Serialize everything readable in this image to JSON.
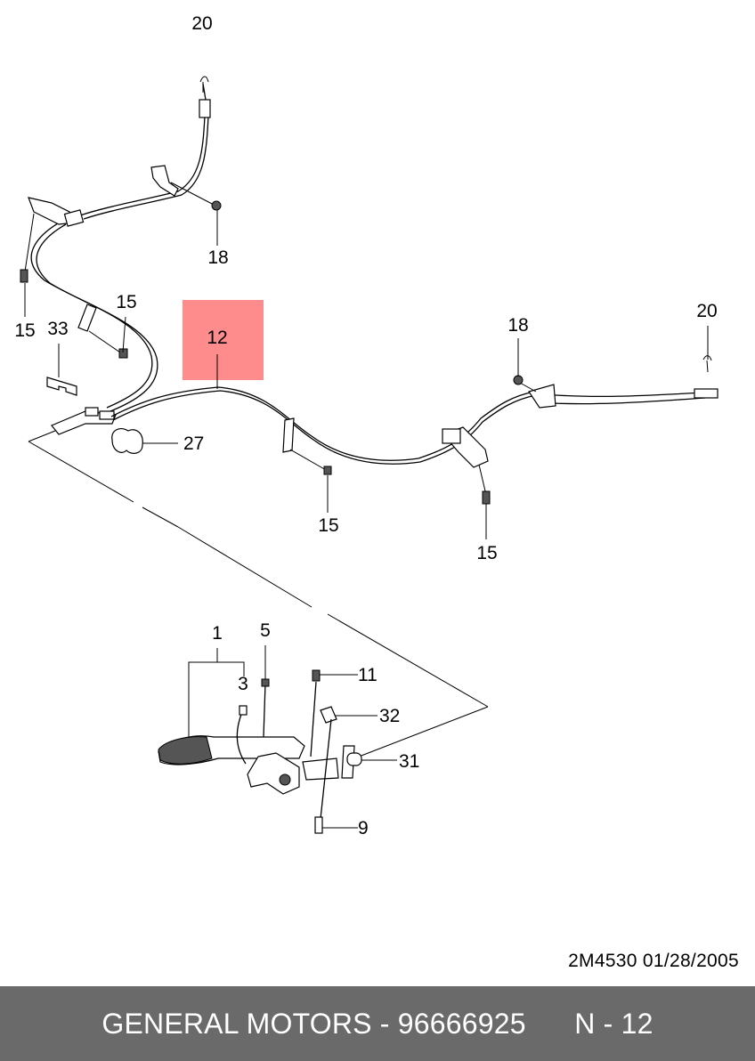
{
  "callouts": {
    "c20_top": "20",
    "c18_top": "18",
    "c15_left": "15",
    "c15_mid": "15",
    "c33": "33",
    "c12": "12",
    "c27": "27",
    "c18_right": "18",
    "c20_right": "20",
    "c15_bottom1": "15",
    "c15_bottom2": "15",
    "c1": "1",
    "c5": "5",
    "c11": "11",
    "c3": "3",
    "c32": "32",
    "c31": "31",
    "c9": "9"
  },
  "highlight_color": "#ff8c8c",
  "reference_code": "2M4530  01/28/2005",
  "footer": {
    "text": "GENERAL MOTORS - 96666925      N - 12",
    "background": "#6a6a6a"
  }
}
